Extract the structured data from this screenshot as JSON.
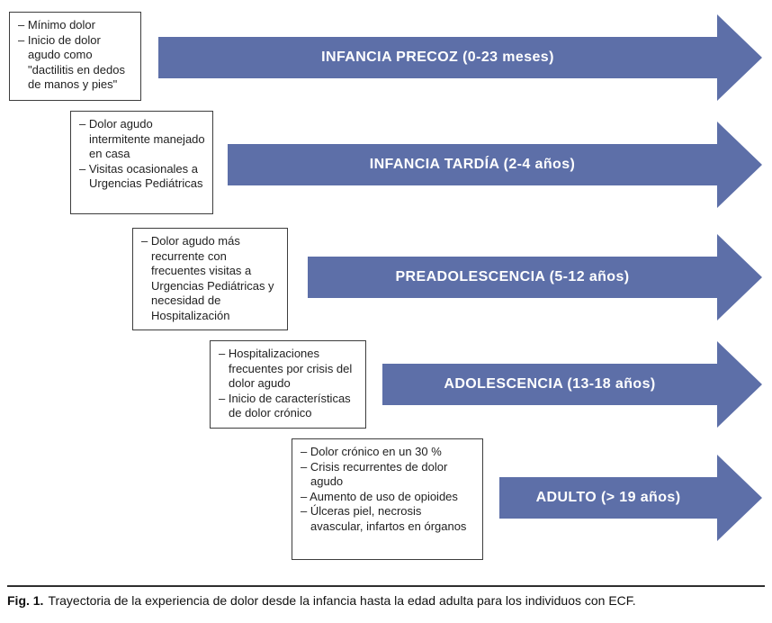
{
  "figure": {
    "colors": {
      "arrow_fill": "#5d6fa8",
      "arrow_text": "#ffffff",
      "box_border": "#3d3d3d",
      "body_text": "#1f1f1f"
    },
    "stages": [
      {
        "arrow_label": "INFANCIA PRECOZ (0-23 meses)",
        "bullets": [
          "– Mínimo dolor",
          "– Inicio de dolor agudo como \"dactilitis en dedos de manos y pies\""
        ]
      },
      {
        "arrow_label": "INFANCIA TARDÍA (2-4 años)",
        "bullets": [
          "– Dolor agudo intermitente manejado en casa",
          "– Visitas ocasionales a Urgencias Pediátricas"
        ]
      },
      {
        "arrow_label": "PREADOLESCENCIA (5-12 años)",
        "bullets": [
          "– Dolor agudo más recurrente con frecuentes visitas a Urgencias Pediátricas y necesidad de Hospitalización"
        ]
      },
      {
        "arrow_label": "ADOLESCENCIA (13-18 años)",
        "bullets": [
          "– Hospitalizaciones frecuentes por crisis del dolor agudo",
          "– Inicio de características de dolor crónico"
        ]
      },
      {
        "arrow_label": "ADULTO (> 19 años)",
        "bullets": [
          "– Dolor crónico en un 30 %",
          "– Crisis recurrentes de dolor agudo",
          "– Aumento de uso de opioides",
          "– Úlceras piel, necrosis avascular, infartos en órganos"
        ]
      }
    ],
    "caption": {
      "label": "Fig. 1.",
      "text": "Trayectoria de la experiencia de dolor desde la infancia hasta la edad adulta para los individuos con ECF."
    }
  }
}
